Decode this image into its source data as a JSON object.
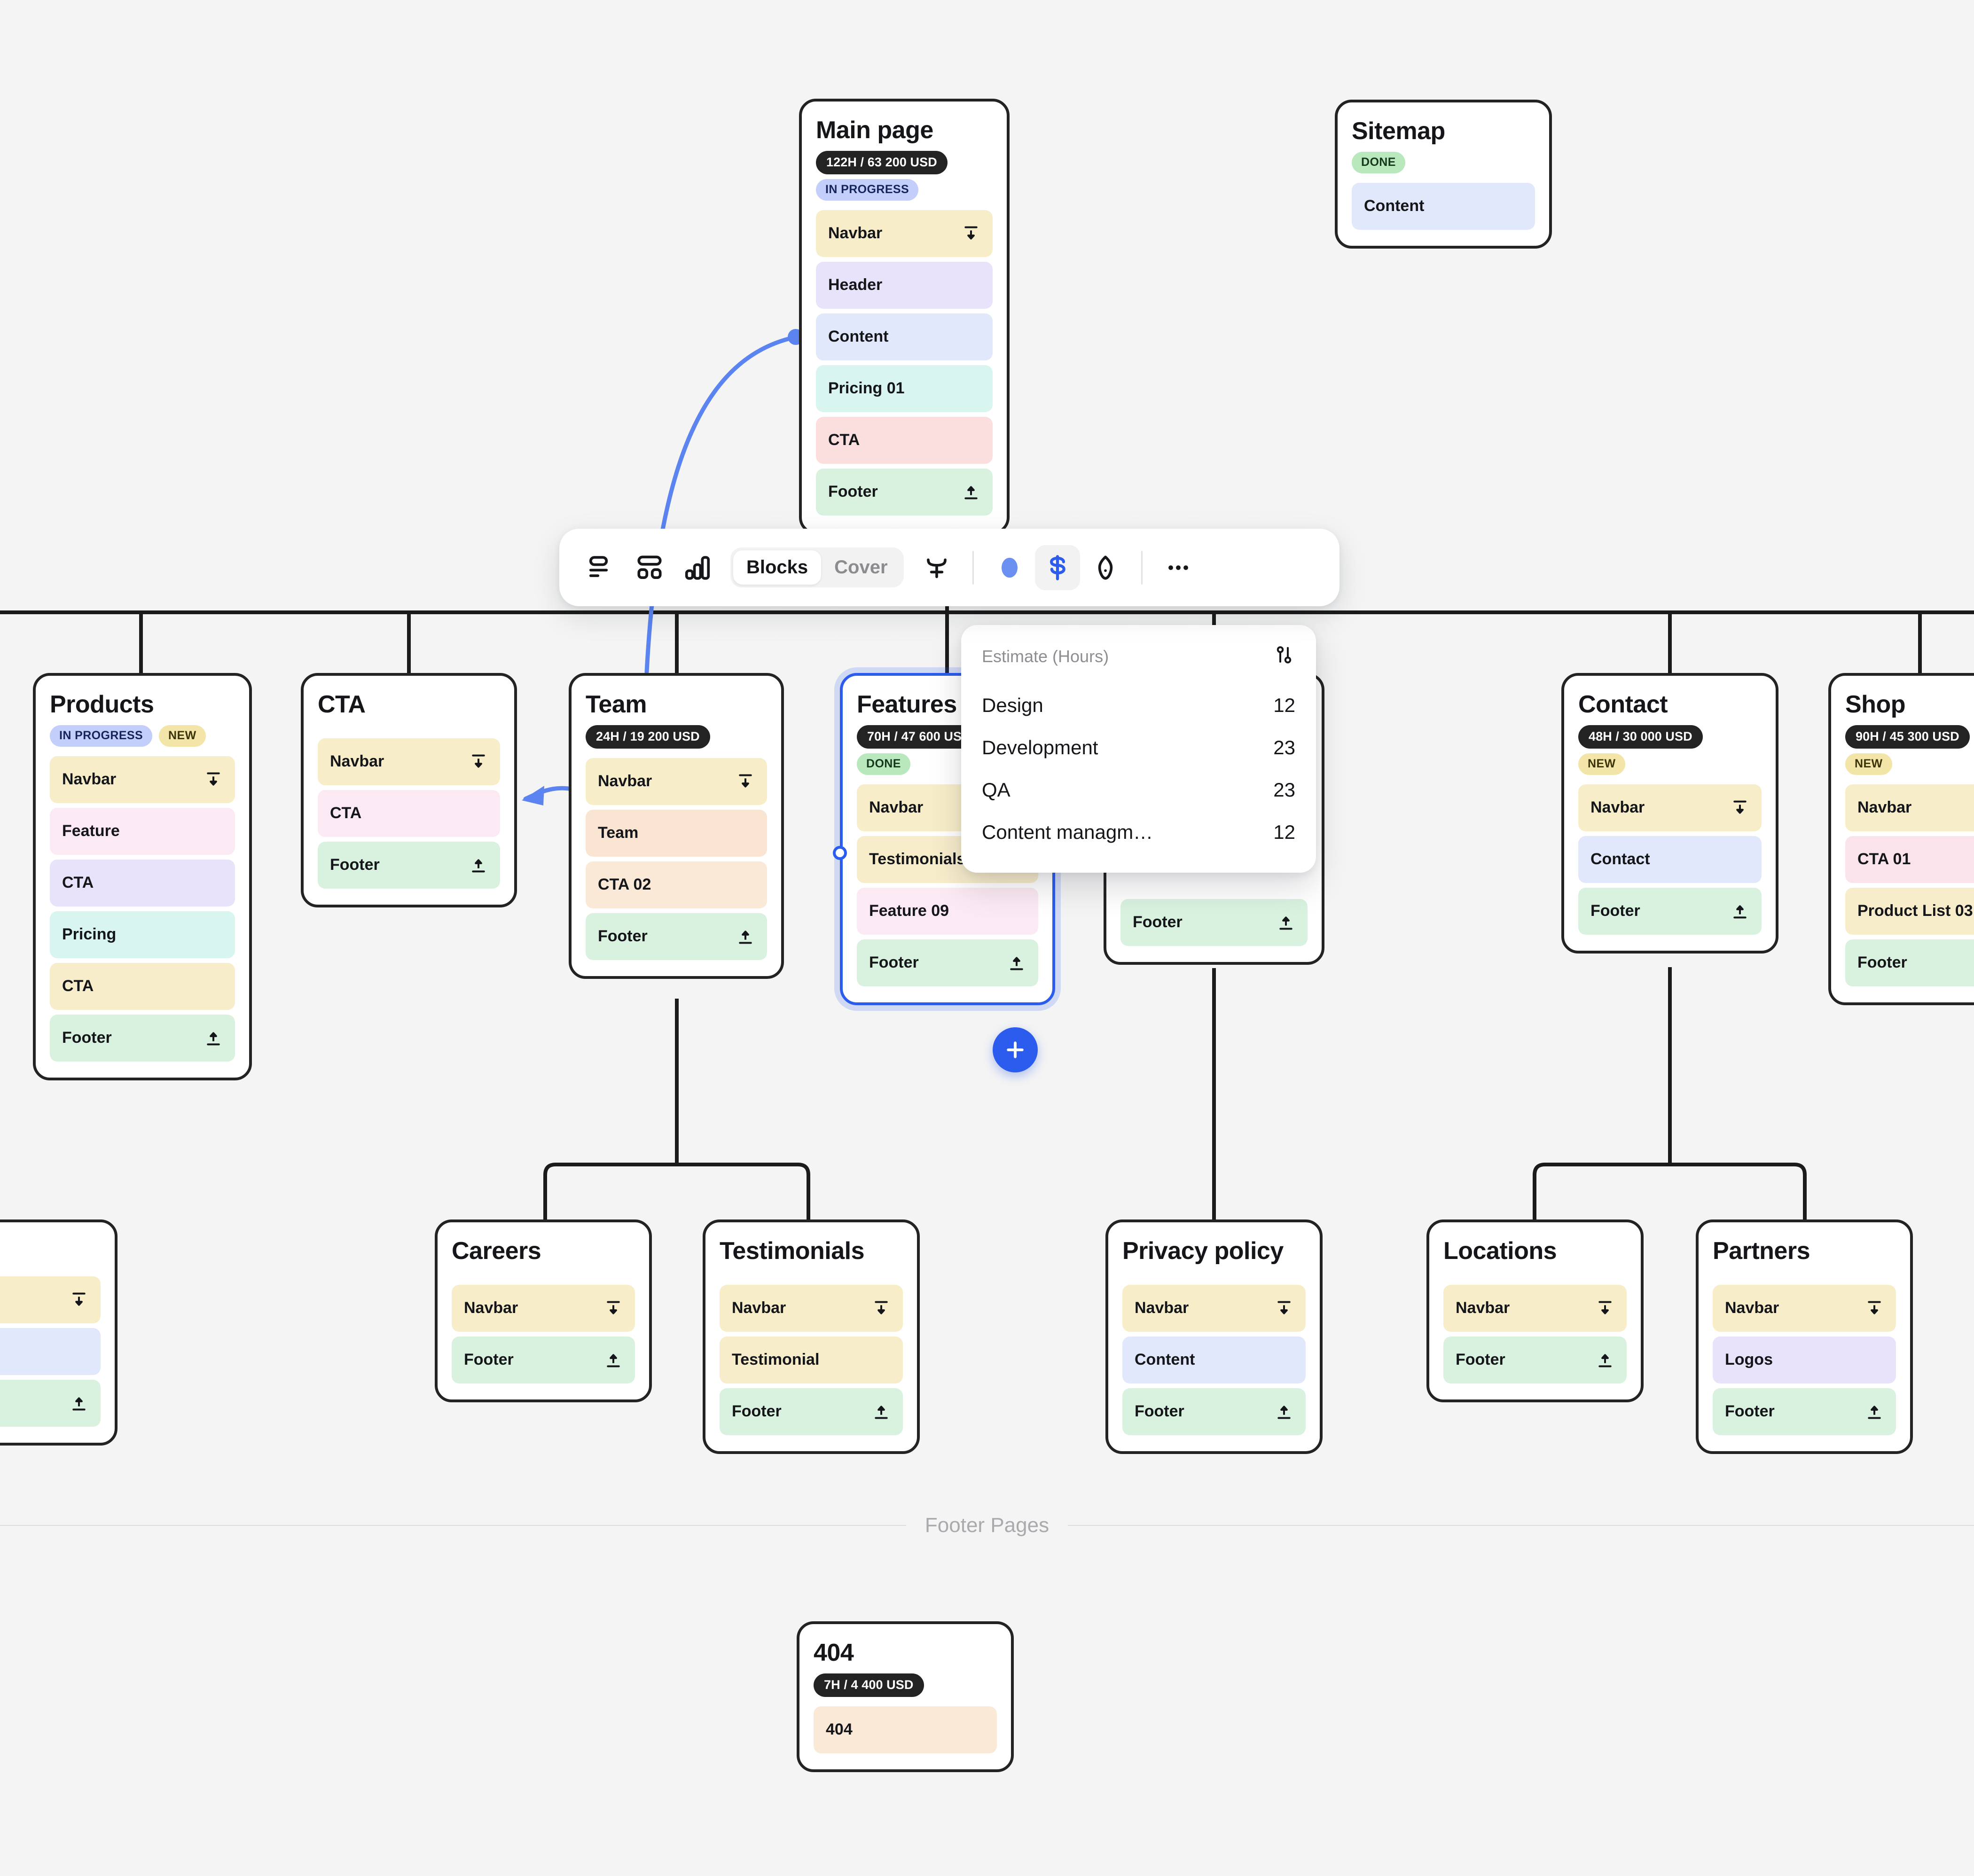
{
  "theme": {
    "canvas_bg": "#f4f4f4",
    "card_border": "#232323",
    "accent": "#2b5ced",
    "wire": "#1b1b1b",
    "wire_blue": "#5b84f0"
  },
  "toolbar": {
    "icons_left": [
      {
        "name": "layout-list-icon",
        "title": "List layout"
      },
      {
        "name": "layout-grid-icon",
        "title": "Grid layout"
      },
      {
        "name": "bar-chart-icon",
        "title": "Chart"
      }
    ],
    "segmented": {
      "options": [
        "Blocks",
        "Cover"
      ],
      "selected": "Blocks"
    },
    "icons_right": [
      {
        "name": "add-section-icon",
        "title": "Add section"
      },
      {
        "name": "color-dot-icon",
        "title": "Color",
        "color": "#6b90f2"
      },
      {
        "name": "currency-dollar-icon",
        "title": "Price",
        "color": "#2b5ced",
        "active": true
      },
      {
        "name": "tag-icon",
        "title": "Tag"
      },
      {
        "name": "more-horizontal-icon",
        "title": "More"
      }
    ]
  },
  "estimate_popup": {
    "title": "Estimate (Hours)",
    "settings_icon": "sliders-icon",
    "rows": [
      {
        "label": "Design",
        "value": "12"
      },
      {
        "label": "Development",
        "value": "23"
      },
      {
        "label": "QA",
        "value": "23"
      },
      {
        "label": "Content managm…",
        "value": "12"
      }
    ]
  },
  "add_button": {
    "name": "add-page-button",
    "glyph": "+"
  },
  "footer_divider": {
    "label": "Footer Pages"
  },
  "cards": {
    "main_page": {
      "title": "Main page",
      "cost": "122H / 63 200 USD",
      "status": "IN PROGRESS",
      "status_kind": "inprogress",
      "blocks": [
        {
          "label": "Navbar",
          "color": "yellow",
          "icon": "pin-top-icon"
        },
        {
          "label": "Header",
          "color": "purple",
          "icon": ""
        },
        {
          "label": "Content",
          "color": "blue",
          "icon": ""
        },
        {
          "label": "Pricing 01",
          "color": "mint",
          "icon": ""
        },
        {
          "label": "CTA",
          "color": "red",
          "icon": ""
        },
        {
          "label": "Footer",
          "color": "green",
          "icon": "pin-bottom-icon"
        }
      ]
    },
    "sitemap": {
      "title": "Sitemap",
      "cost": "",
      "status": "DONE",
      "status_kind": "done",
      "blocks": [
        {
          "label": "Content",
          "color": "blue",
          "icon": ""
        }
      ]
    },
    "products": {
      "title": "Products",
      "cost": "",
      "status": "IN PROGRESS",
      "status_kind": "inprogress",
      "status2": "NEW",
      "status2_kind": "new",
      "blocks": [
        {
          "label": "Navbar",
          "color": "yellow",
          "icon": "pin-top-icon"
        },
        {
          "label": "Feature",
          "color": "pinklt",
          "icon": ""
        },
        {
          "label": "CTA",
          "color": "purple",
          "icon": ""
        },
        {
          "label": "Pricing",
          "color": "mint",
          "icon": ""
        },
        {
          "label": "CTA",
          "color": "yellow2",
          "icon": ""
        },
        {
          "label": "Footer",
          "color": "green",
          "icon": "pin-bottom-icon"
        }
      ]
    },
    "cta": {
      "title": "CTA",
      "cost": "",
      "status": "",
      "blocks": [
        {
          "label": "Navbar",
          "color": "yellow",
          "icon": "pin-top-icon"
        },
        {
          "label": "CTA",
          "color": "pinklt",
          "icon": ""
        },
        {
          "label": "Footer",
          "color": "green",
          "icon": "pin-bottom-icon"
        }
      ]
    },
    "team": {
      "title": "Team",
      "cost": "24H / 19 200 USD",
      "status": "",
      "blocks": [
        {
          "label": "Navbar",
          "color": "yellow",
          "icon": "pin-top-icon"
        },
        {
          "label": "Team",
          "color": "peach",
          "icon": ""
        },
        {
          "label": "CTA 02",
          "color": "cream",
          "icon": ""
        },
        {
          "label": "Footer",
          "color": "green",
          "icon": "pin-bottom-icon"
        }
      ]
    },
    "features": {
      "title": "Features",
      "cost": "70H / 47 600 USD",
      "status": "DONE",
      "status_kind": "done",
      "selected": true,
      "blocks": [
        {
          "label": "Navbar",
          "color": "yellow",
          "icon": ""
        },
        {
          "label": "Testimonials",
          "color": "yellow2",
          "icon": ""
        },
        {
          "label": "Feature 09",
          "color": "pinklt",
          "icon": ""
        },
        {
          "label": "Footer",
          "color": "green",
          "icon": "pin-bottom-icon"
        }
      ]
    },
    "hidden_card": {
      "title": "",
      "blocks": [
        {
          "label": "Footer",
          "color": "green",
          "icon": "pin-bottom-icon"
        }
      ]
    },
    "contact": {
      "title": "Contact",
      "cost": "48H / 30 000 USD",
      "status": "NEW",
      "status_kind": "new",
      "blocks": [
        {
          "label": "Navbar",
          "color": "yellow",
          "icon": "pin-top-icon"
        },
        {
          "label": "Contact",
          "color": "blue",
          "icon": ""
        },
        {
          "label": "Footer",
          "color": "green",
          "icon": "pin-bottom-icon"
        }
      ]
    },
    "shop": {
      "title": "Shop",
      "cost": "90H / 45 300 USD",
      "status": "NEW",
      "status_kind": "new",
      "blocks": [
        {
          "label": "Navbar",
          "color": "yellow",
          "icon": ""
        },
        {
          "label": "CTA 01",
          "color": "pink",
          "icon": ""
        },
        {
          "label": "Product List 03",
          "color": "yellow2",
          "icon": ""
        },
        {
          "label": "Footer",
          "color": "green",
          "icon": ""
        }
      ]
    },
    "edge_left": {
      "title": "",
      "blocks": [
        {
          "label": "",
          "color": "yellow",
          "icon": "pin-top-icon"
        },
        {
          "label": "",
          "color": "blue",
          "icon": ""
        },
        {
          "label": "",
          "color": "green",
          "icon": "pin-bottom-icon"
        }
      ]
    },
    "careers": {
      "title": "Careers",
      "cost": "",
      "status": "",
      "blocks": [
        {
          "label": "Navbar",
          "color": "yellow",
          "icon": "pin-top-icon"
        },
        {
          "label": "Footer",
          "color": "green",
          "icon": "pin-bottom-icon"
        }
      ]
    },
    "testimonials": {
      "title": "Testimonials",
      "cost": "",
      "status": "",
      "blocks": [
        {
          "label": "Navbar",
          "color": "yellow",
          "icon": "pin-top-icon"
        },
        {
          "label": "Testimonial",
          "color": "yellow2",
          "icon": ""
        },
        {
          "label": "Footer",
          "color": "green",
          "icon": "pin-bottom-icon"
        }
      ]
    },
    "privacy": {
      "title": "Privacy policy",
      "cost": "",
      "status": "",
      "blocks": [
        {
          "label": "Navbar",
          "color": "yellow",
          "icon": "pin-top-icon"
        },
        {
          "label": "Content",
          "color": "blue",
          "icon": ""
        },
        {
          "label": "Footer",
          "color": "green",
          "icon": "pin-bottom-icon"
        }
      ]
    },
    "locations": {
      "title": "Locations",
      "cost": "",
      "status": "",
      "blocks": [
        {
          "label": "Navbar",
          "color": "yellow",
          "icon": "pin-top-icon"
        },
        {
          "label": "Footer",
          "color": "green",
          "icon": "pin-bottom-icon"
        }
      ]
    },
    "partners": {
      "title": "Partners",
      "cost": "",
      "status": "",
      "blocks": [
        {
          "label": "Navbar",
          "color": "yellow",
          "icon": "pin-top-icon"
        },
        {
          "label": "Logos",
          "color": "purple",
          "icon": ""
        },
        {
          "label": "Footer",
          "color": "green",
          "icon": "pin-bottom-icon"
        }
      ]
    },
    "notfound": {
      "title": "404",
      "cost": "7H / 4 400 USD",
      "status": "",
      "blocks": [
        {
          "label": "404",
          "color": "cream",
          "icon": ""
        }
      ]
    }
  }
}
